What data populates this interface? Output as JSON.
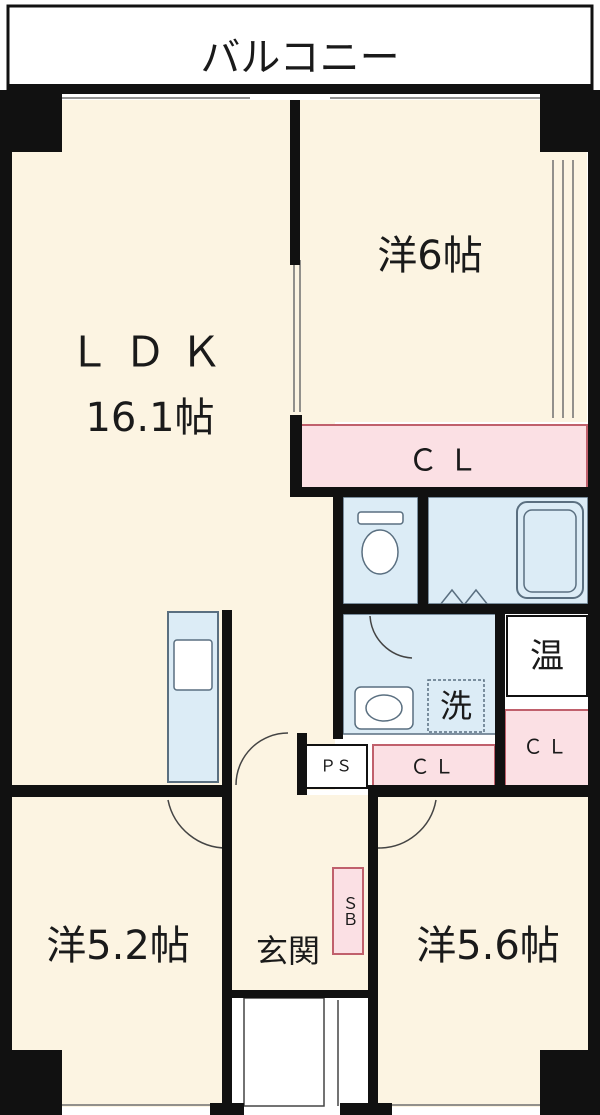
{
  "rooms": {
    "balcony": "バルコニー",
    "ldk_name": "ＬＤＫ",
    "ldk_size": "16.1帖",
    "western_north": "洋6帖",
    "closet_north": "ＣＬ",
    "western_sw": "洋5.2帖",
    "western_se": "洋5.6帖",
    "entrance": "玄関",
    "closet_hall": "ＣＬ",
    "closet_east": "ＣＬ",
    "pipe_space": "ＰＳ",
    "shoe_box": "ＳＢ",
    "water_heater": "温",
    "washer": "洗"
  },
  "colors": {
    "room_floor": "#fcf4e2",
    "wet_area": "#dcecf6",
    "closet": "#fbe0e4",
    "wall": "#111111",
    "fixture_line": "#5a6f80"
  }
}
